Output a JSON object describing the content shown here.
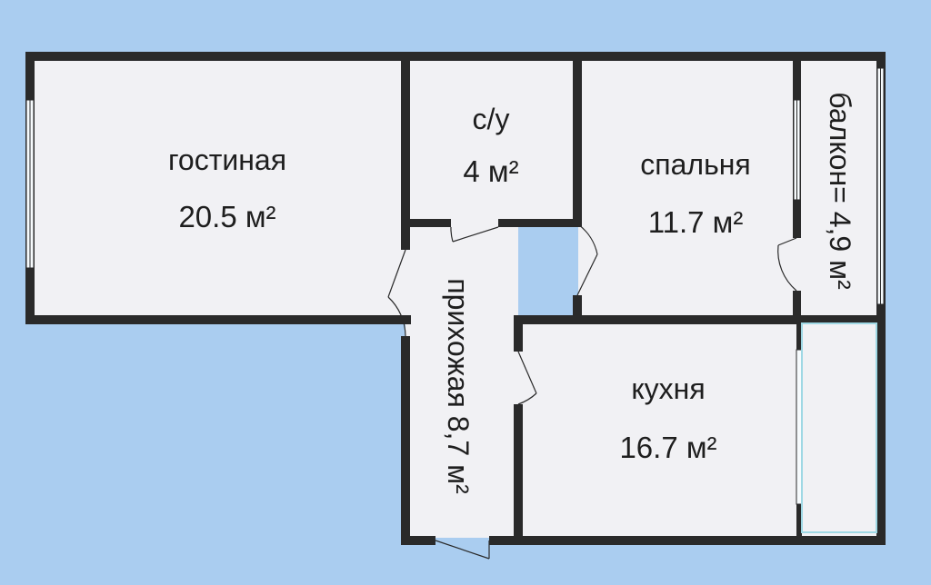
{
  "rooms": {
    "living": {
      "name": "гостиная",
      "area": "20.5 м²"
    },
    "bathroom": {
      "name": "с/у",
      "area": "4 м²"
    },
    "bedroom": {
      "name": "спальня",
      "area": "11.7 м²"
    },
    "balcony": {
      "label": "балкон= 4,9 м²"
    },
    "hallway": {
      "label": "прихожая 8,7 м²"
    },
    "kitchen": {
      "name": "кухня",
      "area": "16.7  м²"
    }
  },
  "colors": {
    "background": "#aacdf0",
    "floor": "#f1f1f4",
    "wall": "#2a2a2a",
    "window": "#9fd8e4"
  }
}
